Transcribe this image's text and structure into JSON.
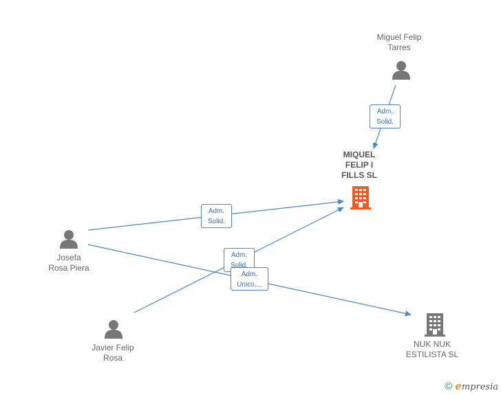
{
  "nodes": {
    "miguel": {
      "label": "Miguel Felip\nTarres",
      "type": "person"
    },
    "company_main": {
      "label": "MIQUEL\nFELIP I\nFILLS SL",
      "type": "company"
    },
    "josefa": {
      "label": "Josefa\nRosa Piera",
      "type": "person"
    },
    "javier": {
      "label": "Javier Felip\nRosa",
      "type": "person"
    },
    "nuknuk": {
      "label": "NUK NUK\nESTILISTA SL",
      "type": "company"
    }
  },
  "edges": {
    "miguel_company": {
      "label": "Adm.\nSolid."
    },
    "josefa_company": {
      "label": "Adm.\nSolid."
    },
    "javier_company": {
      "label": "Adm.\nSolid."
    },
    "josefa_nuknuk": {
      "label": "Adm.\nUnico,..."
    }
  },
  "colors": {
    "edge": "#4a86c8",
    "person_icon": "#777777",
    "company_main_icon": "#f05a28",
    "company_icon": "#777777"
  },
  "footer": {
    "copyright_symbol": "©",
    "brand_initial": "e",
    "brand_rest": "mpresia"
  }
}
